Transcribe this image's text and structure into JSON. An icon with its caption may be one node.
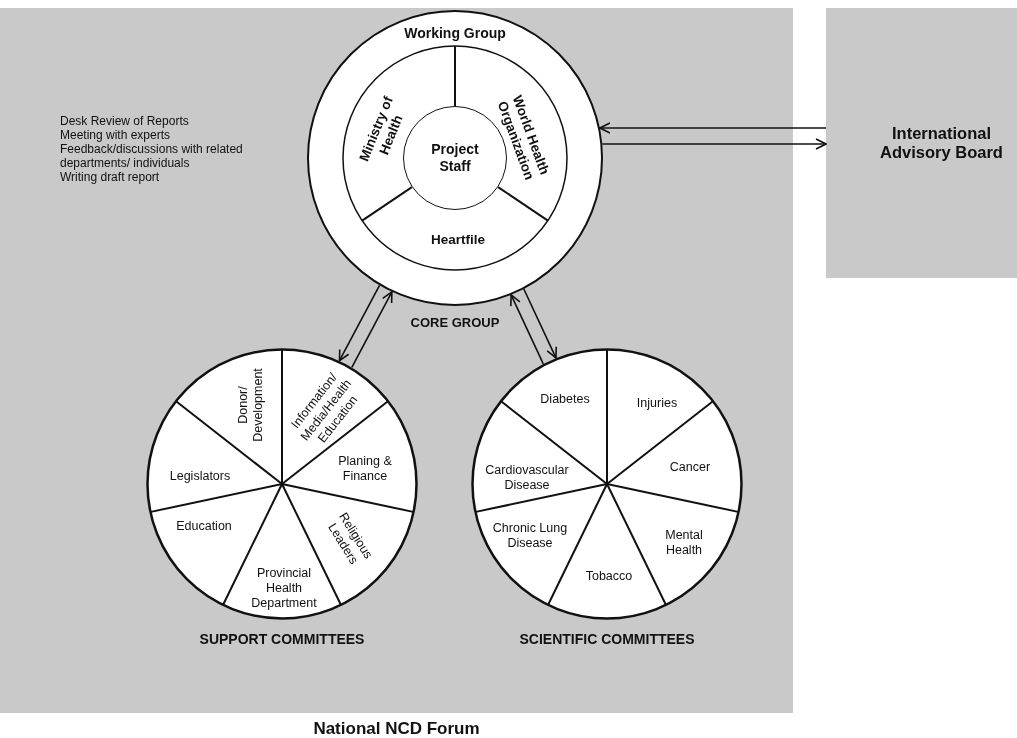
{
  "diagram": {
    "nodes": [
      {
        "text": [
          "National NCD Forum"
        ]
      },
      {
        "text": [
          "Working Group"
        ],
        "beside": [
          "CORE GROUP"
        ],
        "in": 0
      },
      {
        "text": [
          "Ministry of Health"
        ],
        "in": 1
      },
      {
        "text": [
          "World Health Organization"
        ],
        "in": 1
      },
      {
        "text": [
          "Heartfile"
        ],
        "in": 1
      },
      {
        "text": [
          "Project Staff"
        ],
        "in": 1
      },
      {
        "text": [
          "International Advisory Board"
        ]
      },
      {
        "text": [
          "SUPPORT COMMITTEES"
        ],
        "in": 0
      },
      {
        "text": [
          "Donor/ Development"
        ],
        "in": 7
      },
      {
        "text": [
          "Information/ Media/Health Education"
        ],
        "in": 7
      },
      {
        "text": [
          "Planing & Finance"
        ],
        "in": 7
      },
      {
        "text": [
          "Religious Leaders"
        ],
        "in": 7
      },
      {
        "text": [
          "Provincial Health Department"
        ],
        "in": 7
      },
      {
        "text": [
          "Education"
        ],
        "in": 7
      },
      {
        "text": [
          "Legislators"
        ],
        "in": 7
      },
      {
        "text": [
          "SCIENTIFIC COMMITTEES"
        ],
        "in": 0
      },
      {
        "text": [
          "Diabetes"
        ],
        "in": 15
      },
      {
        "text": [
          "Injuries"
        ],
        "in": 15
      },
      {
        "text": [
          "Cancer"
        ],
        "in": 15
      },
      {
        "text": [
          "Mental Health"
        ],
        "in": 15
      },
      {
        "text": [
          "Tobacco"
        ],
        "in": 15
      },
      {
        "text": [
          "Chronic Lung Disease"
        ],
        "in": 15
      },
      {
        "text": [
          "Cardiovascular Disease"
        ],
        "in": 15
      }
    ],
    "edges": [
      {
        "from": 6,
        "to": 1,
        "arrow": "to"
      },
      {
        "from": 1,
        "to": 6,
        "arrow": "to"
      },
      {
        "from": 7,
        "to": 1,
        "arrow": "to"
      },
      {
        "from": 1,
        "to": 7,
        "arrow": "to"
      },
      {
        "from": 15,
        "to": 1,
        "arrow": "to"
      },
      {
        "from": 1,
        "to": 15,
        "arrow": "to"
      }
    ],
    "labels": [
      "Desk Review of Reports",
      "Meeting with experts",
      "Feedback/discussions with related departments/ individuals",
      "Writing draft report"
    ]
  }
}
